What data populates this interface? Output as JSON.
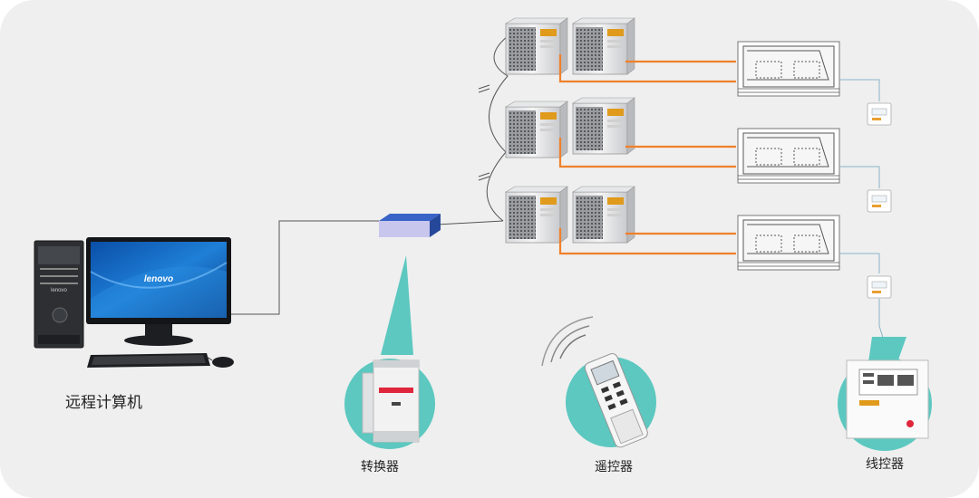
{
  "labels": {
    "computer": "远程计算机",
    "converter": "转换器",
    "remote": "遥控器",
    "wired_controller": "线控器"
  },
  "brand": {
    "monitor_logo": "lenovo",
    "case_logo": "lenovo"
  },
  "colors": {
    "background": "#efefef",
    "pipe": "#f0802a",
    "bubble": "#5cc8c0",
    "wire": "#555555",
    "signal": "#8ad0d8",
    "converter_box": "#3a63c8"
  }
}
